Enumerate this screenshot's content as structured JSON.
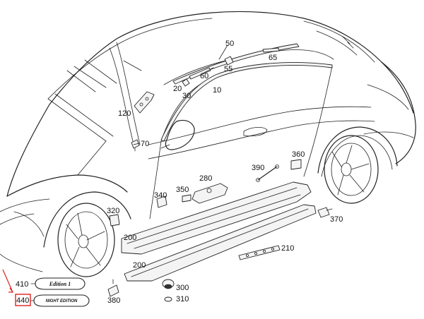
{
  "labels": {
    "p10": "10",
    "p20": "20",
    "p30": "30",
    "p50": "50",
    "p55": "55",
    "p60": "60",
    "p65": "65",
    "p70": "70",
    "p120": "120",
    "p200a": "200",
    "p200b": "200",
    "p210": "210",
    "p280": "280",
    "p300": "300",
    "p310": "310",
    "p320": "320",
    "p340": "340",
    "p350": "350",
    "p360": "360",
    "p370": "370",
    "p380": "380",
    "p390": "390",
    "p410": "410",
    "p440": "440"
  },
  "emblems": {
    "edition1": "Edition 1",
    "night_edition": "NIGHT EDITION"
  },
  "colors": {
    "highlight": "#e0201c",
    "line": "#222222"
  }
}
